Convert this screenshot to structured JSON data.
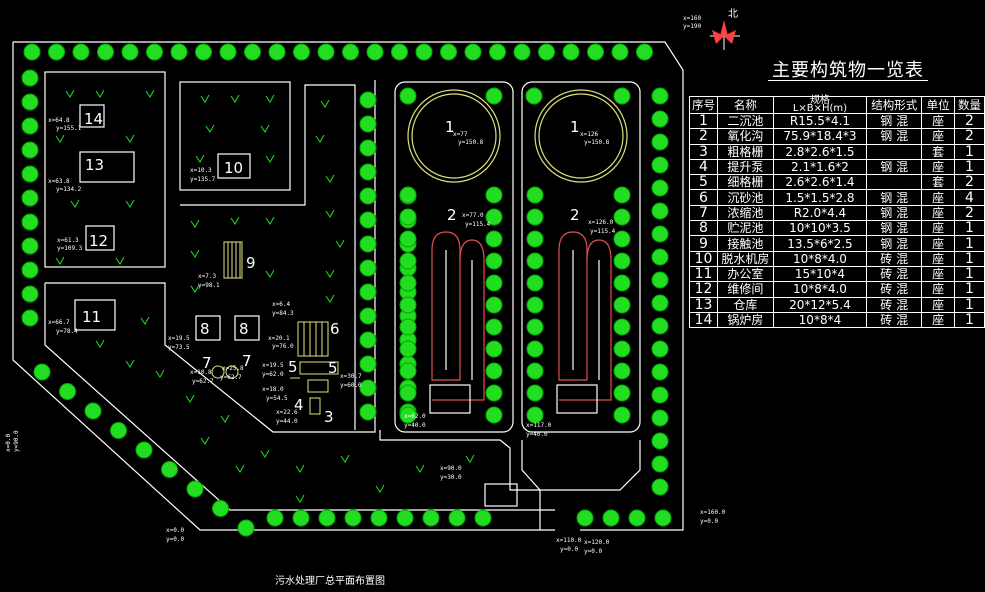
{
  "drawing": {
    "table_title": "主要构筑物一览表",
    "caption": "污水处理厂总平面布置图",
    "north_label": "北",
    "columns": [
      "序号",
      "名称",
      "规格",
      "结构形式",
      "单位",
      "数量"
    ],
    "spec_unit": "L×B×H(m)",
    "rows": [
      {
        "no": "1",
        "name": "二沉池",
        "spec": "R15.5*4.1",
        "struct": "钢 混",
        "unit": "座",
        "qty": "2"
      },
      {
        "no": "2",
        "name": "氧化沟",
        "spec": "75.9*18.4*3",
        "struct": "钢 混",
        "unit": "座",
        "qty": "2"
      },
      {
        "no": "3",
        "name": "粗格栅",
        "spec": "2.8*2.6*1.5",
        "struct": "",
        "unit": "套",
        "qty": "1"
      },
      {
        "no": "4",
        "name": "提升泵",
        "spec": "2.1*1.6*2",
        "struct": "钢 混",
        "unit": "座",
        "qty": "1"
      },
      {
        "no": "5",
        "name": "细格栅",
        "spec": "2.6*2.6*1.4",
        "struct": "",
        "unit": "套",
        "qty": "2"
      },
      {
        "no": "6",
        "name": "沉砂池",
        "spec": "1.5*1.5*2.8",
        "struct": "钢 混",
        "unit": "座",
        "qty": "4"
      },
      {
        "no": "7",
        "name": "浓缩池",
        "spec": "R2.0*4.4",
        "struct": "钢 混",
        "unit": "座",
        "qty": "2"
      },
      {
        "no": "8",
        "name": "贮泥池",
        "spec": "10*10*3.5",
        "struct": "钢 混",
        "unit": "座",
        "qty": "1"
      },
      {
        "no": "9",
        "name": "接触池",
        "spec": "13.5*6*2.5",
        "struct": "钢 混",
        "unit": "座",
        "qty": "1"
      },
      {
        "no": "10",
        "name": "脱水机房",
        "spec": "10*8*4.0",
        "struct": "砖 混",
        "unit": "座",
        "qty": "1"
      },
      {
        "no": "11",
        "name": "办公室",
        "spec": "15*10*4",
        "struct": "砖 混",
        "unit": "座",
        "qty": "1"
      },
      {
        "no": "12",
        "name": "维修间",
        "spec": "10*8*4.0",
        "struct": "砖 混",
        "unit": "座",
        "qty": "1"
      },
      {
        "no": "13",
        "name": "仓库",
        "spec": "20*12*5.4",
        "struct": "砖 混",
        "unit": "座",
        "qty": "1"
      },
      {
        "no": "14",
        "name": "锅炉房",
        "spec": "10*8*4",
        "struct": "砖 混",
        "unit": "座",
        "qty": "1"
      }
    ],
    "building_labels": [
      {
        "id": "b14",
        "text": "14"
      },
      {
        "id": "b13",
        "text": "13"
      },
      {
        "id": "b12",
        "text": "12"
      },
      {
        "id": "b11",
        "text": "11"
      },
      {
        "id": "b10",
        "text": "10"
      },
      {
        "id": "b9",
        "text": "9"
      },
      {
        "id": "b8a",
        "text": "8"
      },
      {
        "id": "b8b",
        "text": "8"
      },
      {
        "id": "b7a",
        "text": "7"
      },
      {
        "id": "b7b",
        "text": "7"
      },
      {
        "id": "b6",
        "text": "6"
      },
      {
        "id": "b5a",
        "text": "5"
      },
      {
        "id": "b5b",
        "text": "5"
      },
      {
        "id": "b4",
        "text": "4"
      },
      {
        "id": "b3",
        "text": "3"
      },
      {
        "id": "c1a",
        "text": "1"
      },
      {
        "id": "c1b",
        "text": "1"
      },
      {
        "id": "c2a",
        "text": "2"
      },
      {
        "id": "c2b",
        "text": "2"
      }
    ],
    "coords": [
      {
        "x": "x=160",
        "y": "y=190"
      },
      {
        "x": "x=64.8",
        "y": "y=155.1"
      },
      {
        "x": "x=63.8",
        "y": "y=134.2"
      },
      {
        "x": "x=61.3",
        "y": "y=109.3"
      },
      {
        "x": "x=66.7",
        "y": "y=78.4"
      },
      {
        "x": "x=10.3",
        "y": "y=135.7"
      },
      {
        "x": "x=7.3",
        "y": "y=98.1"
      },
      {
        "x": "x=6.4",
        "y": "y=84.3"
      },
      {
        "x": "x=20.1",
        "y": "y=76.0"
      },
      {
        "x": "x=19.5",
        "y": "y=73.5"
      },
      {
        "x": "x=19.5",
        "y": "y=62.0"
      },
      {
        "x": "x=18.0",
        "y": "y=54.5"
      },
      {
        "x": "x=22.6",
        "y": "y=44.0"
      },
      {
        "x": "x=30.7",
        "y": "y=60.0"
      },
      {
        "x": "x=10.8",
        "y": "y=62.7"
      },
      {
        "x": "x=25.8",
        "y": "y=62.7"
      },
      {
        "x": "x=77",
        "y": "y=150.8"
      },
      {
        "x": "x=126",
        "y": "y=150.8"
      },
      {
        "x": "x=77.0",
        "y": "y=115.4"
      },
      {
        "x": "x=126.0",
        "y": "y=115.4"
      },
      {
        "x": "x=62.0",
        "y": "y=40.0"
      },
      {
        "x": "x=117.0",
        "y": "y=40.0"
      },
      {
        "x": "x=90.0",
        "y": "y=30.0"
      },
      {
        "x": "x=160.0",
        "y": "y=0.0"
      },
      {
        "x": "x=110.0",
        "y": "y=0.0"
      },
      {
        "x": "x=120.0",
        "y": "y=0.0"
      },
      {
        "x": "x=0.0",
        "y": "y=0.0"
      },
      {
        "x": "x=0.0",
        "y": "y=90.0"
      }
    ]
  }
}
